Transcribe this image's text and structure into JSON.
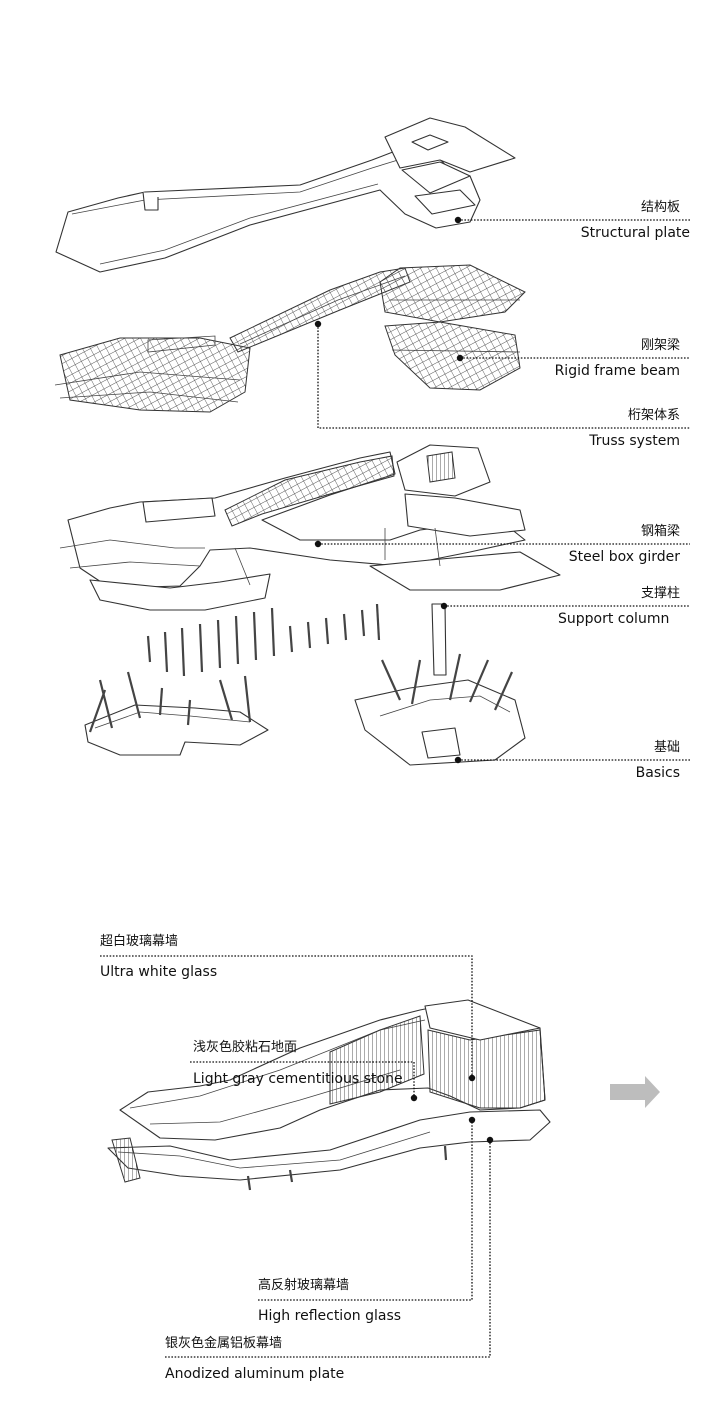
{
  "top_labels": {
    "structural_plate": {
      "zh": "结构板",
      "en": "Structural plate"
    },
    "rigid_frame_beam": {
      "zh": "刚架梁",
      "en": "Rigid frame beam"
    },
    "truss_system": {
      "zh": "桁架体系",
      "en": "Truss system"
    },
    "steel_box_girder": {
      "zh": "钢箱梁",
      "en": "Steel box girder"
    },
    "support_column": {
      "zh": "支撑柱",
      "en": "Support column"
    },
    "basics": {
      "zh": "基础",
      "en": "Basics"
    }
  },
  "bottom_labels": {
    "ultra_white_glass": {
      "zh": "超白玻璃幕墙",
      "en": "Ultra white glass"
    },
    "light_gray_stone": {
      "zh": "浅灰色胶粘石地面",
      "en": "Light gray cementitious stone"
    },
    "high_reflection_glass": {
      "zh": "高反射玻璃幕墙",
      "en": "High reflection glass"
    },
    "anodized_aluminum": {
      "zh": "银灰色金属铝板幕墙",
      "en": "Anodized aluminum plate"
    }
  },
  "colors": {
    "line": "#333333",
    "arrow": "#bdbdbd"
  }
}
